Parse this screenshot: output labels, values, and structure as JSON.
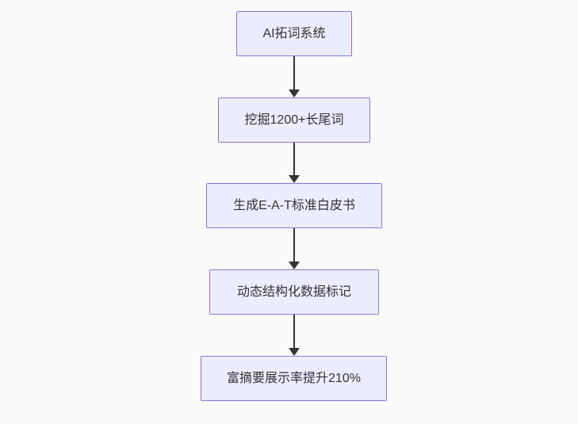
{
  "diagram": {
    "type": "flowchart",
    "direction": "top-to-bottom",
    "colors": {
      "background": "#fafafa",
      "node_fill": "#ececff",
      "node_border": "#9370db",
      "text": "#333333",
      "arrow": "#333333"
    },
    "nodes": [
      {
        "label": "AI拓词系统"
      },
      {
        "label": "挖掘1200+长尾词"
      },
      {
        "label": "生成E-A-T标准白皮书"
      },
      {
        "label": "动态结构化数据标记"
      },
      {
        "label": "富摘要展示率提升210%"
      }
    ],
    "edges": [
      {
        "from": "AI拓词系统",
        "to": "挖掘1200+长尾词"
      },
      {
        "from": "挖掘1200+长尾词",
        "to": "生成E-A-T标准白皮书"
      },
      {
        "from": "生成E-A-T标准白皮书",
        "to": "动态结构化数据标记"
      },
      {
        "from": "动态结构化数据标记",
        "to": "富摘要展示率提升210%"
      }
    ]
  }
}
